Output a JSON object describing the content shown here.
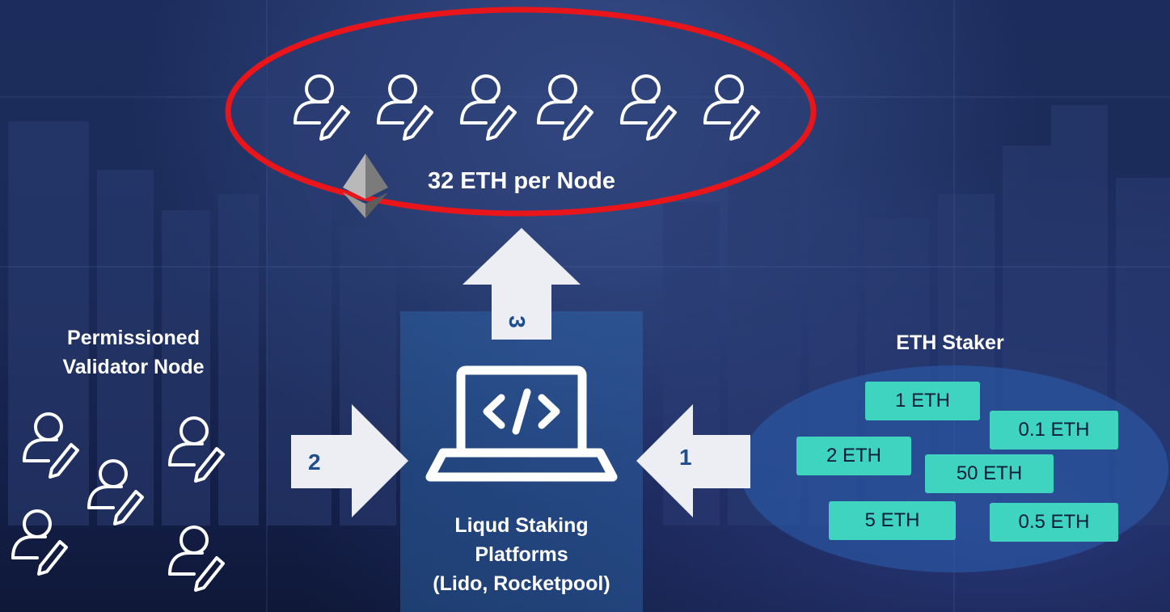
{
  "top_group": {
    "label": "32 ETH per Node"
  },
  "permissioned": {
    "label_line1": "Permissioned",
    "label_line2": "Validator Node"
  },
  "staker": {
    "label": "ETH Staker",
    "chips": [
      "1 ETH",
      "0.1 ETH",
      "2 ETH",
      "50 ETH",
      "5 ETH",
      "0.5 ETH"
    ]
  },
  "platform": {
    "line1": "Liqud Staking",
    "line2": "Platforms",
    "line3": "(Lido, Rocketpool)"
  },
  "arrows": {
    "a1": "1",
    "a2": "2",
    "a3": "3"
  },
  "colors": {
    "ellipse_border": "#e8161b",
    "chip": "#3fd4c0",
    "arrow": "#eceef3",
    "arrow_number": "#1f4e8c"
  }
}
